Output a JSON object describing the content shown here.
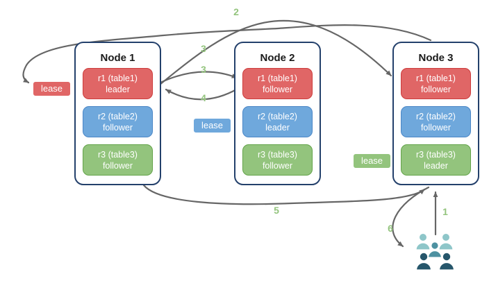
{
  "nodes": [
    {
      "title": "Node 1",
      "replicas": [
        {
          "label": "r1 (table1)",
          "role": "leader",
          "variant": "red"
        },
        {
          "label": "r2 (table2)",
          "role": "follower",
          "variant": "blue"
        },
        {
          "label": "r3 (table3)",
          "role": "follower",
          "variant": "green"
        }
      ]
    },
    {
      "title": "Node 2",
      "replicas": [
        {
          "label": "r1 (table1)",
          "role": "follower",
          "variant": "red"
        },
        {
          "label": "r2 (table2)",
          "role": "leader",
          "variant": "blue"
        },
        {
          "label": "r3 (table3)",
          "role": "follower",
          "variant": "green"
        }
      ]
    },
    {
      "title": "Node 3",
      "replicas": [
        {
          "label": "r1 (table1)",
          "role": "follower",
          "variant": "red"
        },
        {
          "label": "r2 (table2)",
          "role": "follower",
          "variant": "blue"
        },
        {
          "label": "r3 (table3)",
          "role": "leader",
          "variant": "green"
        }
      ]
    }
  ],
  "leases": [
    {
      "label": "lease",
      "variant": "red"
    },
    {
      "label": "lease",
      "variant": "blue"
    },
    {
      "label": "lease",
      "variant": "green"
    }
  ],
  "arrows": [
    {
      "label": "1",
      "from": "users",
      "to": "Node 3"
    },
    {
      "label": "2",
      "from": "Node 3",
      "to": "red lease"
    },
    {
      "label": "3",
      "from": "Node 1 r1 leader",
      "to": "Node 3 r1 follower"
    },
    {
      "label": "3",
      "from": "Node 1 r1 leader",
      "to": "Node 2 r1 follower"
    },
    {
      "label": "4",
      "from": "Node 2 r1 follower",
      "to": "Node 1 r1 leader"
    },
    {
      "label": "5",
      "from": "Node 1",
      "to": "Node 3"
    },
    {
      "label": "6",
      "from": "Node 3",
      "to": "users"
    }
  ],
  "colors": {
    "red_fill": "#e06666",
    "red_border": "#cd3c3c",
    "blue_fill": "#6fa8dc",
    "blue_border": "#4a86c6",
    "green_fill": "#93c47d",
    "green_border": "#63a349",
    "node_border": "#23406b",
    "arrow": "#666666",
    "step_label": "#93c47d",
    "users_light": "#8ec6c9",
    "users_mid": "#4d91a1",
    "users_dark": "#26566b"
  }
}
